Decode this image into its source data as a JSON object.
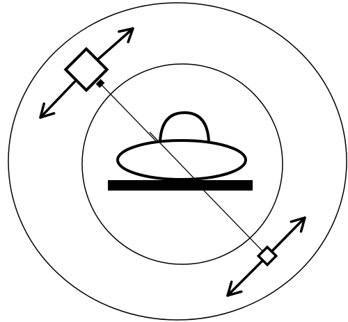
{
  "colors": {
    "background": "#ffffff",
    "stroke": "#000000"
  },
  "icons": [
    "outer-orbit-circle",
    "inner-orbit-circle",
    "ufo-icon",
    "ground-bar",
    "diagonal-axis-line",
    "large-square-marker",
    "small-square-marker",
    "double-arrow-icon"
  ]
}
